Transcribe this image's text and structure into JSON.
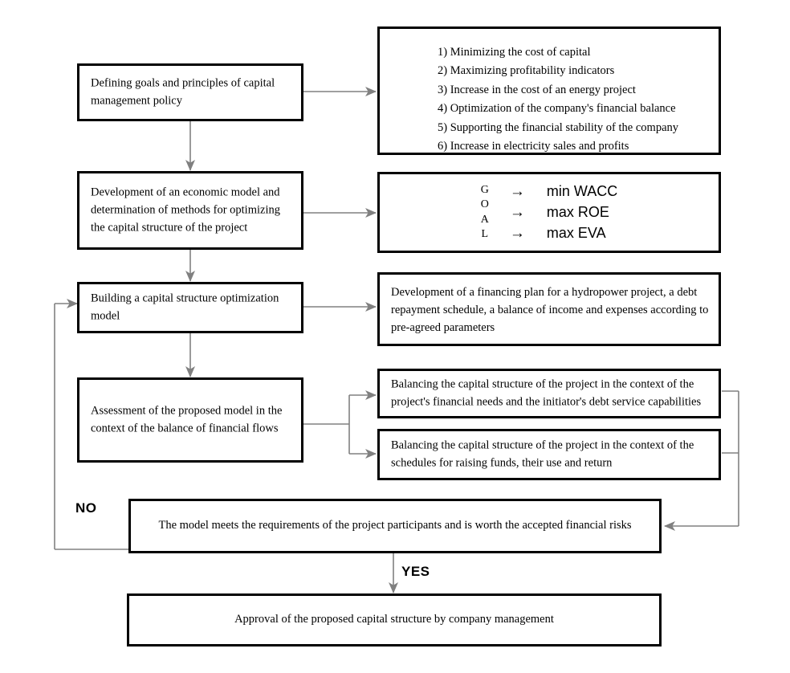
{
  "diagram": {
    "title": "Capital structure management flowchart",
    "colors": {
      "box_border": "#000000",
      "connector": "#808080",
      "text": "#000000",
      "background": "#ffffff"
    },
    "left_column": [
      {
        "id": "step-1",
        "text": "Defining goals and principles of capital management policy"
      },
      {
        "id": "step-2",
        "text": "Development of an economic model and determination of methods for optimizing the capital structure of the project"
      },
      {
        "id": "step-3",
        "text": "Building a capital structure optimization model"
      },
      {
        "id": "step-4",
        "text": "Assessment of the proposed model in the context of the balance of financial flows"
      }
    ],
    "goals_box": {
      "items": [
        "1) Minimizing the cost of capital",
        "2) Maximizing profitability indicators",
        "3) Increase in the cost of an energy project",
        "4) Optimization of the company's financial balance",
        "5) Supporting the financial stability of the company",
        "6) Increase in electricity sales and profits"
      ]
    },
    "goal_acronym_box": {
      "letters": [
        "G",
        "O",
        "A",
        "L"
      ],
      "arrow_glyph": "→",
      "rows": [
        {
          "arrow": "→",
          "value": "min WACC"
        },
        {
          "arrow": "→",
          "value": "max ROE"
        },
        {
          "arrow": "→",
          "value": "max EVA"
        }
      ]
    },
    "financing_plan_box": {
      "text": "Development of a financing plan for a hydropower project, a debt repayment schedule, a balance of income and expenses according to pre-agreed parameters"
    },
    "balancing_boxes": [
      {
        "id": "balancing-1",
        "text": "Balancing the capital structure of the project in the context of the project's financial needs and the initiator's debt service capabilities"
      },
      {
        "id": "balancing-2",
        "text": "Balancing the capital structure of the project in the context of the schedules for raising funds, their use and return"
      }
    ],
    "decision_box": {
      "text": "The model meets the requirements of the project participants and is worth the accepted financial risks"
    },
    "branch_labels": {
      "no": "NO",
      "yes": "YES"
    },
    "final_box": {
      "text": "Approval of the proposed capital structure by company management"
    }
  }
}
